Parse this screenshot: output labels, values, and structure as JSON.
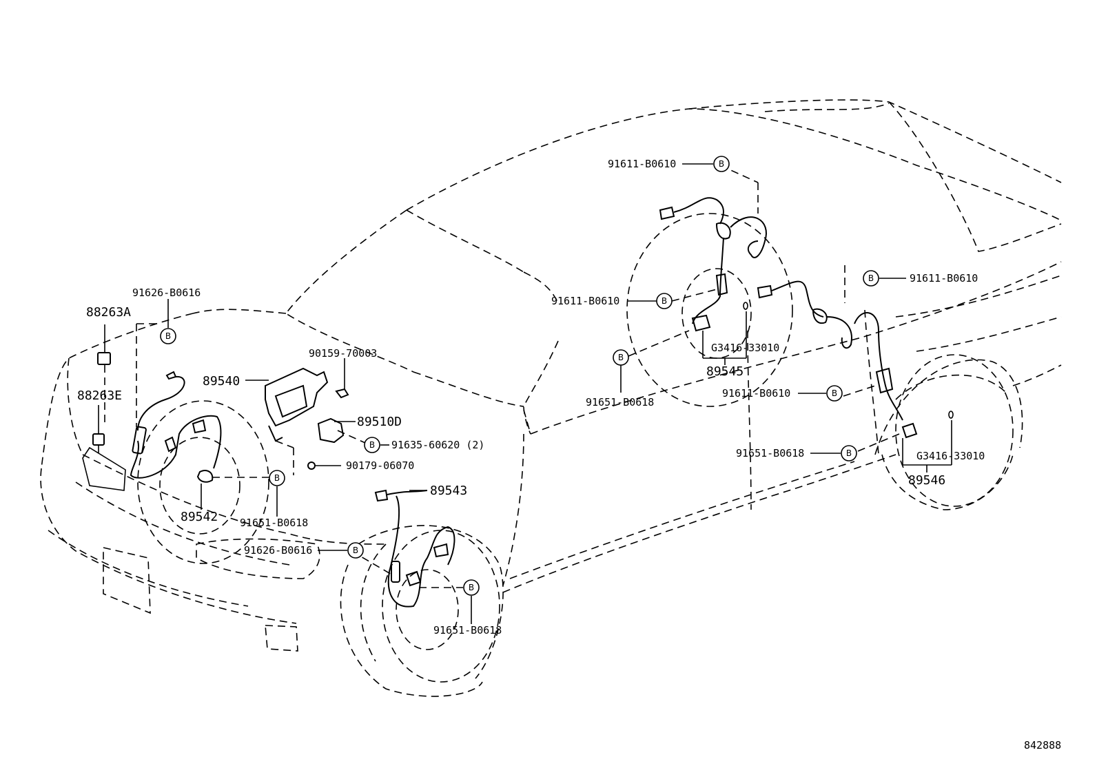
{
  "diagram": {
    "marker": "B",
    "ref_number": "842888",
    "labels": {
      "p91611_top": "91611-B0610",
      "p91611_right_top": "91611-B0610",
      "p91611_left": "91611-B0610",
      "p91611_mid": "91611-B0610",
      "p91626_top": "91626-B0616",
      "p88263a": "88263A",
      "p88263e": "88263E",
      "p90159": "90159-70003",
      "p89540": "89540",
      "p89510d": "89510D",
      "p91635": "91635-60620 (2)",
      "p90179": "90179-06070",
      "p89543": "89543",
      "p89542": "89542",
      "p91651_fl": "91651-B0618",
      "p91626_front": "91626-B0616",
      "p91651_front": "91651-B0618",
      "p91651_rl": "91651-B0618",
      "g3416_left": "G3416-33010",
      "p89545": "89545",
      "p91651_rr": "91651-B0618",
      "g3416_right": "G3416-33010",
      "p89546": "89546"
    }
  }
}
